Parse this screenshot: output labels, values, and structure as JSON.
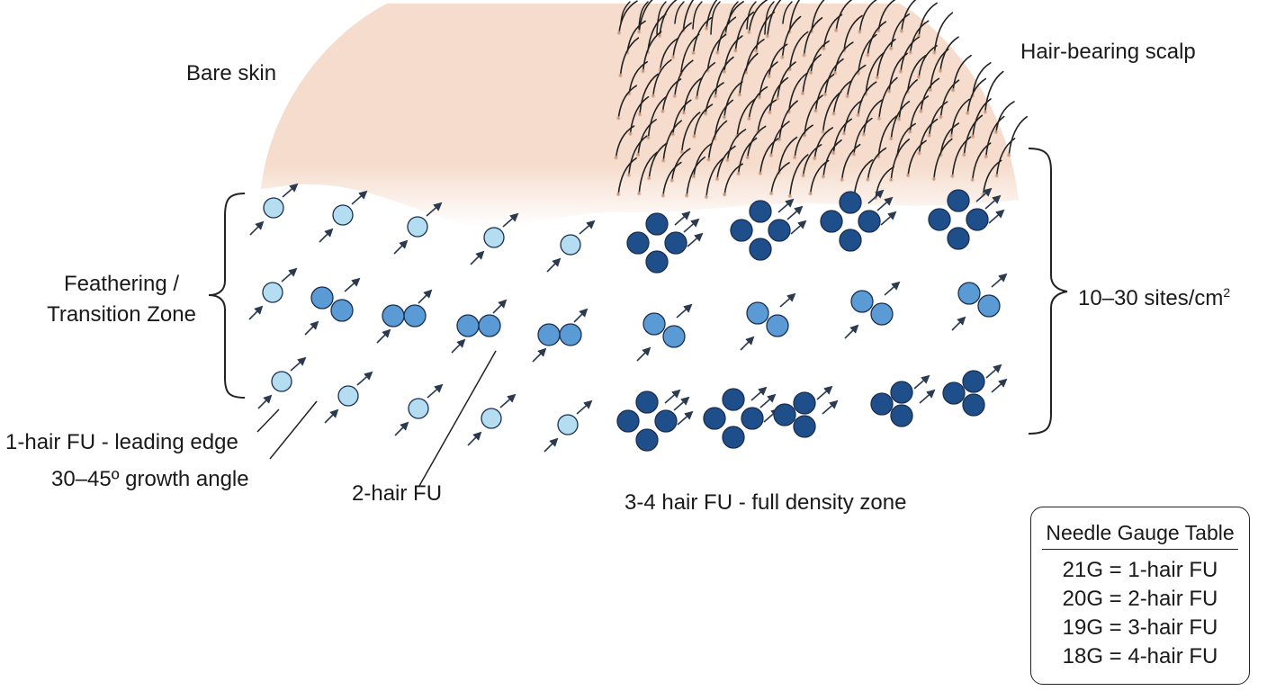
{
  "labels": {
    "bare_skin": "Bare skin",
    "hair_bearing": "Hair-bearing scalp",
    "feathering_line1": "Feathering /",
    "feathering_line2": "Transition Zone",
    "density_prefix": "10–30 sites/cm",
    "density_sup": "2",
    "one_hair": "1-hair FU - leading edge",
    "growth_angle": "30–45º growth angle",
    "two_hair": "2-hair FU",
    "full_density": "3-4 hair FU - full density zone"
  },
  "gauge_table": {
    "title": "Needle Gauge Table",
    "rows": [
      "21G = 1-hair FU",
      "20G = 2-hair FU",
      "19G = 3-hair FU",
      "18G = 4-hair FU"
    ]
  },
  "colors": {
    "skin": "#f5dccc",
    "hair": "#222222",
    "fu1_fill": "#b5ddf2",
    "fu2_fill": "#5b9bd5",
    "fu34_fill": "#1f4f8a",
    "outline": "#1b2f4f",
    "arrow": "#2b3a4f",
    "text": "#1a1a1a"
  },
  "icons": {
    "fu1": "single-circle-graft-icon",
    "fu2": "double-circle-graft-icon",
    "fu34": "cluster-graft-icon",
    "arrow": "growth-direction-arrow-icon"
  }
}
